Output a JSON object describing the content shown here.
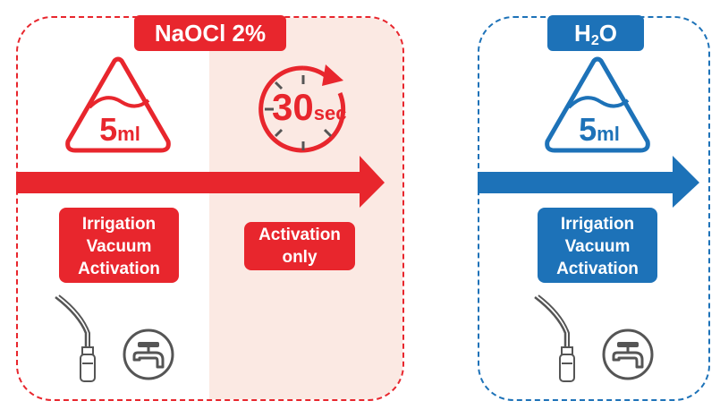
{
  "colors": {
    "red": "#e8262d",
    "blue": "#1d72b8",
    "tint": "#fbe9e3",
    "gray": "#555555"
  },
  "naocl": {
    "title": "NaOCl 2%",
    "volume": {
      "number": "5",
      "unit": "ml"
    },
    "step1_lines": [
      "Irrigation",
      "Vacuum",
      "Activation"
    ],
    "timer": {
      "number": "30",
      "unit": "sec"
    },
    "step2_lines": [
      "Activation",
      "only"
    ]
  },
  "water": {
    "title_main": "H",
    "title_sub": "2",
    "title_end": "O",
    "volume": {
      "number": "5",
      "unit": "ml"
    },
    "step_lines": [
      "Irrigation",
      "Vacuum",
      "Activation"
    ]
  },
  "icons": {
    "needle": "irrigation-needle-icon",
    "suction": "suction-tap-icon",
    "timer": "stopwatch-icon",
    "flask": "flask-icon"
  }
}
